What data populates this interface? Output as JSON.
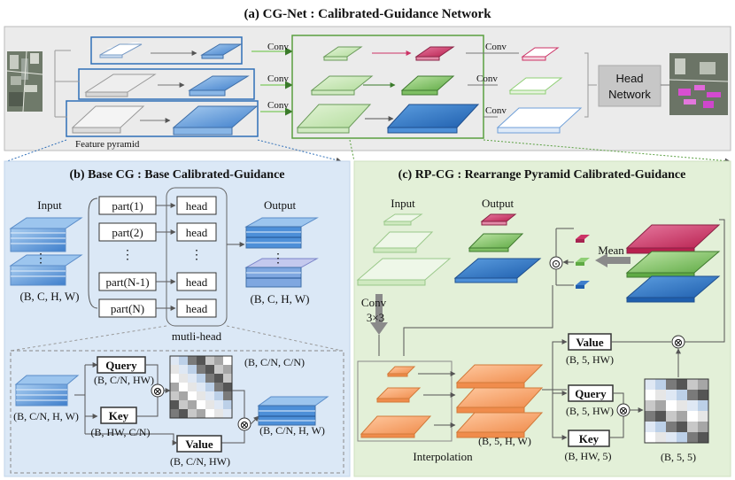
{
  "top": {
    "title": "(a) CG-Net : Calibrated-Guidance Network",
    "conv": "Conv",
    "feature_pyramid": "Feature pyramid",
    "head_network_line1": "Head",
    "head_network_line2": "Network"
  },
  "base": {
    "title": "(b) Base CG : Base Calibrated-Guidance",
    "input": "Input",
    "output": "Output",
    "dims_in": "(B, C, H, W)",
    "dims_out": "(B, C, H, W)",
    "parts": [
      "part(1)",
      "part(2)",
      "part(N-1)",
      "part(N)"
    ],
    "head": "head",
    "vdots": "⋮",
    "multihead": "mutli-head",
    "detail": {
      "dims_in": "(B, C/N, H, W)",
      "query": "Query",
      "query_dims": "(B, C/N, HW)",
      "key": "Key",
      "key_dims": "(B, HW, C/N)",
      "value": "Value",
      "value_dims": "(B, C/N, HW)",
      "attn_dims": "(B, C/N, C/N)",
      "out_dims": "(B, C/N, H, W)",
      "otimes": "⊗"
    }
  },
  "rp": {
    "title": "(c) RP-CG : Rearrange Pyramid Calibrated-Guidance",
    "input": "Input",
    "output": "Output",
    "mean": "Mean",
    "conv": "Conv",
    "conv_size": "3×3",
    "odot": "⊙",
    "otimes": "⊗",
    "value": "Value",
    "value_dims": "(B, 5, HW)",
    "query": "Query",
    "query_dims": "(B, 5, HW)",
    "key": "Key",
    "key_dims": "(B, HW, 5)",
    "interp_dims": "(B, 5, H, W)",
    "interpolation": "Interpolation",
    "attn_dims": "(B, 5, 5)"
  },
  "colors": {
    "blue": "#4d8fd8",
    "green": "#8fcf75",
    "red": "#cc3366",
    "orange": "#f5a36c",
    "panel_blue": "#dbe8f6",
    "panel_green": "#e3f0d8",
    "head_grey": "#cccccc"
  }
}
